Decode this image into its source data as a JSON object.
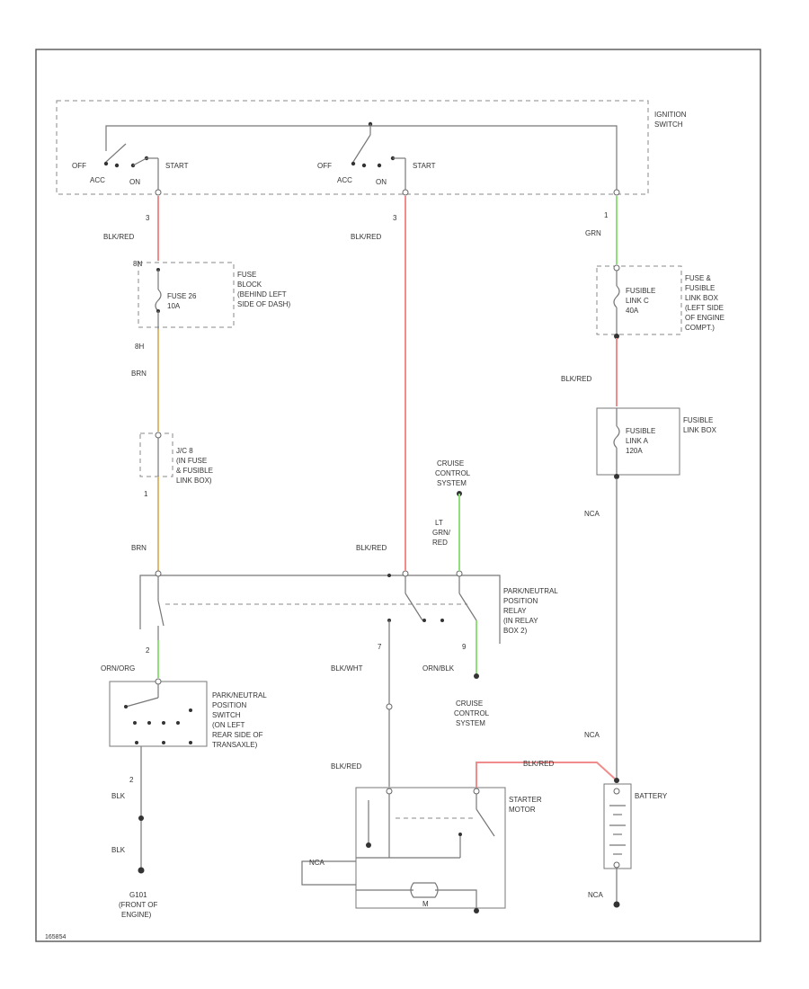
{
  "ignition": {
    "label": [
      "IGNITION",
      "SWITCH"
    ],
    "sw1": {
      "off": "OFF",
      "acc": "ACC",
      "on": "ON",
      "start": "START"
    },
    "sw2": {
      "off": "OFF",
      "acc": "ACC",
      "on": "ON",
      "start": "START"
    }
  },
  "wire_left": {
    "pin": "3",
    "color": "BLK/RED"
  },
  "wire_mid": {
    "pin": "3",
    "color": "BLK/RED"
  },
  "wire_right": {
    "pin": "1",
    "color": "GRN"
  },
  "fuse_block": {
    "pin_top": "8N",
    "fuse": [
      "FUSE 26",
      "10A"
    ],
    "label": [
      "FUSE",
      "BLOCK",
      "(BEHIND LEFT",
      "SIDE OF DASH)"
    ],
    "pin_bottom": "8H",
    "wire_below": "BRN"
  },
  "jc": {
    "label": [
      "J/C 8",
      "(IN FUSE",
      "& FUSIBLE",
      "LINK BOX)"
    ],
    "pin": "1",
    "wire_below": "BRN"
  },
  "fusible_c": {
    "name": [
      "FUSIBLE",
      "LINK C",
      "40A"
    ],
    "label": [
      "FUSE &",
      "FUSIBLE",
      "LINK BOX",
      "(LEFT SIDE",
      "OF ENGINE",
      "COMPT.)"
    ],
    "wire_below": "BLK/RED"
  },
  "fusible_a": {
    "name": [
      "FUSIBLE",
      "LINK A",
      "120A"
    ],
    "label": [
      "FUSIBLE",
      "LINK BOX"
    ],
    "wire_below": "NCA"
  },
  "cruise_top": {
    "label": [
      "CRUISE",
      "CONTROL",
      "SYSTEM"
    ],
    "wire": [
      "LT",
      "GRN/",
      "RED"
    ]
  },
  "relay": {
    "wire_in_mid": "BLK/RED",
    "label": [
      "PARK/NEUTRAL",
      "POSITION",
      "RELAY",
      "(IN RELAY",
      "BOX 2)"
    ],
    "pin_left": "2",
    "pin_mid": "7",
    "pin_right": "9"
  },
  "wires_below_relay": {
    "left": "ORN/ORG",
    "mid": "BLK/WHT",
    "right": "ORN/BLK"
  },
  "cruise_bottom": {
    "label": [
      "CRUISE",
      "CONTROL",
      "SYSTEM"
    ]
  },
  "pn_switch": {
    "label": [
      "PARK/NEUTRAL",
      "POSITION",
      "SWITCH",
      "(ON LEFT",
      "REAR SIDE OF",
      "TRANSAXLE)"
    ],
    "pin": "2",
    "wire1": "BLK",
    "wire2": "BLK"
  },
  "ground": {
    "label": [
      "G101",
      "(FRONT OF",
      "ENGINE)"
    ]
  },
  "starter": {
    "wire_in": "BLK/RED",
    "battery_wire": "BLK/RED",
    "label": [
      "STARTER",
      "MOTOR"
    ],
    "nca": "NCA",
    "m": "M"
  },
  "battery": {
    "label": "BATTERY",
    "wire_in": "NCA",
    "wire_out": "NCA"
  },
  "footer": "165854",
  "colors": {
    "wire_red": "#f08c8c",
    "wire_green": "#8fe07a",
    "wire_brown": "#e0b870",
    "wire_default": "#777777"
  }
}
